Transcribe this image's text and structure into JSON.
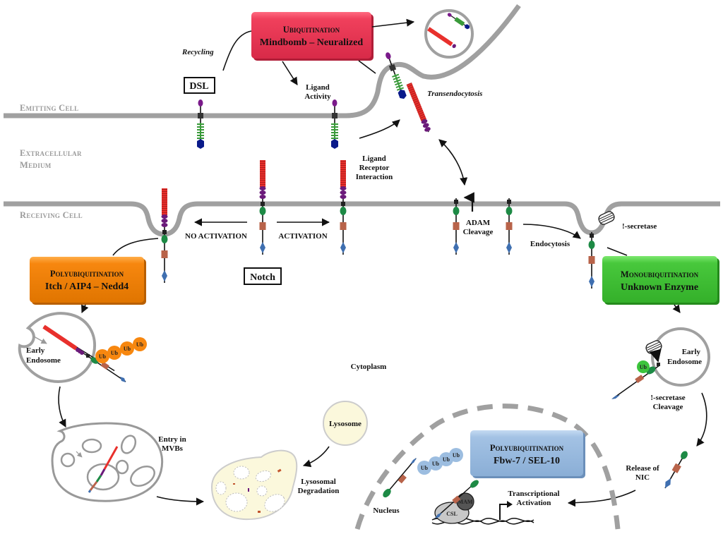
{
  "regions": {
    "emitting_cell": "Emitting Cell",
    "extracellular_line1": "Extracellular",
    "extracellular_line2": "Medium",
    "receiving_cell": "Receiving Cell",
    "cytoplasm": "Cytoplasm",
    "nucleus": "Nucleus"
  },
  "boxes": {
    "ubiquitination": {
      "title": "Ubiquitination",
      "subtitle": "Mindbomb – Neuralized",
      "color": "#f0405c"
    },
    "polyubiquitination_itch": {
      "title": "Polyubiquitination",
      "subtitle": "Itch / AIP4 – Nedd4",
      "color": "#f7870f"
    },
    "monoubiquitination": {
      "title": "Monoubiquitination",
      "subtitle": "Unknown Enzyme",
      "color": "#44c43a"
    },
    "polyubiquitination_fbw7": {
      "title": "Polyubiquitination",
      "subtitle": "Fbw-7 / SEL-10",
      "color": "#9cbde0"
    }
  },
  "tags": {
    "dsl": "DSL",
    "notch": "Notch"
  },
  "labels": {
    "recycling": "Recycling",
    "ligand_activity": [
      "Ligand",
      "Activity"
    ],
    "transendocytosis": "Transendocytosis",
    "ligand_receptor_interaction": [
      "Ligand",
      "Receptor",
      "Interaction"
    ],
    "no_activation": "NO ACTIVATION",
    "activation": "ACTIVATION",
    "adam_cleavage": [
      "ADAM",
      "Cleavage"
    ],
    "endocytosis": "Endocytosis",
    "gamma_secretase": "!-secretase",
    "early_endosome_left": [
      "Early",
      "Endosome"
    ],
    "early_endosome_right": [
      "Early",
      "Endosome"
    ],
    "gamma_secretase_cleavage": [
      "!-secretase",
      "Cleavage"
    ],
    "entry_in_mvbs": [
      "Entry in",
      "MVBs"
    ],
    "lysosome": "Lysosome",
    "lysosomal_degradation": [
      "Lysosomal",
      "Degradation"
    ],
    "release_of_nic": [
      "Release of",
      "NIC"
    ],
    "transcriptional_activation": [
      "Transcriptional",
      "Activation"
    ],
    "mam": "MAM",
    "csl": "CSL",
    "ub": "Ub"
  },
  "colors": {
    "membrane": "#a0a0a0",
    "egf_red": "#e8302c",
    "lnr_purple": "#6b1a7a",
    "ligand_green": "#3a9a3a",
    "ligand_blue": "#0a1a8a",
    "ank_brown": "#b8634a",
    "pest_blue": "#3f6fb0",
    "ram_green": "#1d8a45",
    "ub_orange": "#f7870f",
    "ub_green": "#3cc43c",
    "ub_blue": "#9cbde0",
    "lysosome_fill": "#fbf8dc"
  }
}
